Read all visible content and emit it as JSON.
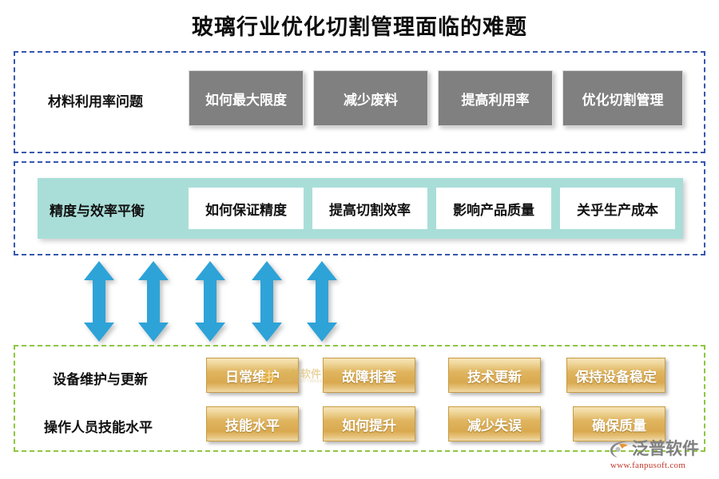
{
  "page": {
    "title": "玻璃行业优化切割管理面临的难题"
  },
  "sections": {
    "material": {
      "label": "材料利用率问题",
      "border_color": "#3757ad",
      "chip_color": "#808080",
      "chips": [
        {
          "label": "如何最大限度"
        },
        {
          "label": "减少废料"
        },
        {
          "label": "提高利用率"
        },
        {
          "label": "优化切割管理"
        }
      ]
    },
    "balance": {
      "label": "精度与效率平衡",
      "border_color": "#3757ad",
      "band_color": "#a9ded8",
      "chip_color": "#ffffff",
      "chips": [
        {
          "label": "如何保证精度"
        },
        {
          "label": "提高切割效率"
        },
        {
          "label": "影响产品质量"
        },
        {
          "label": "关乎生产成本"
        }
      ]
    },
    "bottom": {
      "border_color": "#8dc63f",
      "chip_color": "#dfb35c",
      "rows": [
        {
          "label": "设备维护与更新",
          "chips": [
            {
              "label": "日常维护"
            },
            {
              "label": "故障排查"
            },
            {
              "label": "技术更新"
            },
            {
              "label": "保持设备稳定"
            }
          ]
        },
        {
          "label": "操作人员技能水平",
          "chips": [
            {
              "label": "技能水平"
            },
            {
              "label": "如何提升"
            },
            {
              "label": "减少失误"
            },
            {
              "label": "确保质量"
            }
          ]
        }
      ]
    }
  },
  "connectors": {
    "icon": "double-headed-vertical-arrow",
    "color": "#2ea3d8",
    "count": 5
  },
  "watermark": {
    "name_cn": "泛普软件",
    "name_en": "FANPU SOFTWARE"
  },
  "brand": {
    "name": "泛普软件",
    "url": "www.fanpusoft.com",
    "icon": "fanpu-logo-icon"
  }
}
